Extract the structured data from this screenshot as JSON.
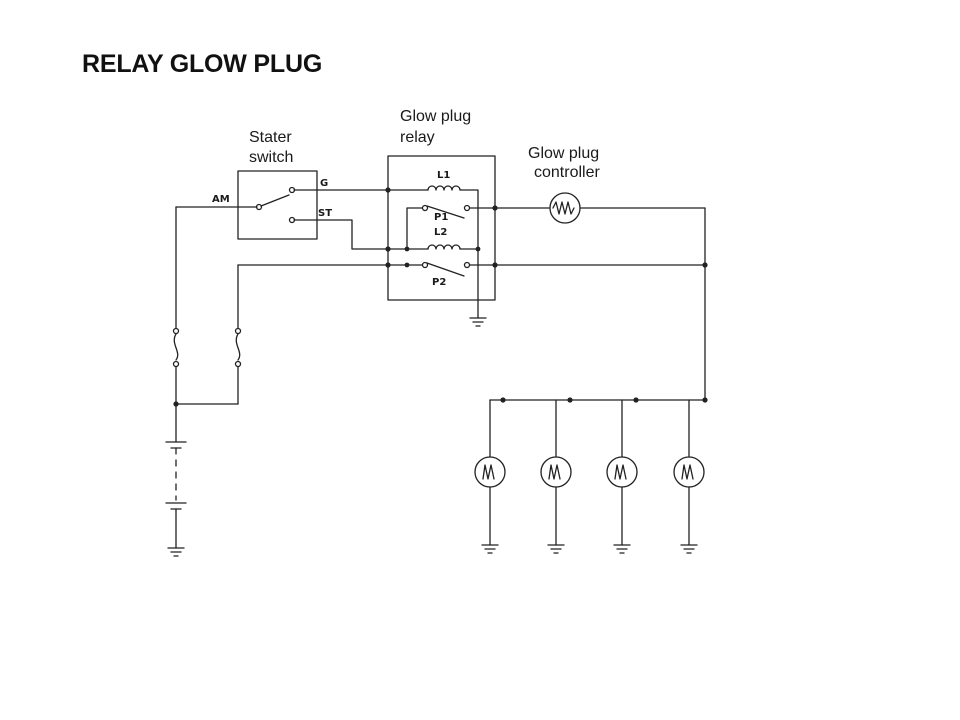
{
  "title": "RELAY GLOW PLUG",
  "labels": {
    "starter_switch": [
      "Stater",
      "switch"
    ],
    "glow_plug_relay": [
      "Glow plug",
      "relay"
    ],
    "glow_plug_controller": [
      "Glow plug",
      "controller"
    ],
    "pin_am": "AM",
    "pin_g": "G",
    "pin_st": "ST",
    "coil_l1": "L1",
    "contact_p1": "P1",
    "coil_l2": "L2",
    "contact_p2": "P2"
  }
}
